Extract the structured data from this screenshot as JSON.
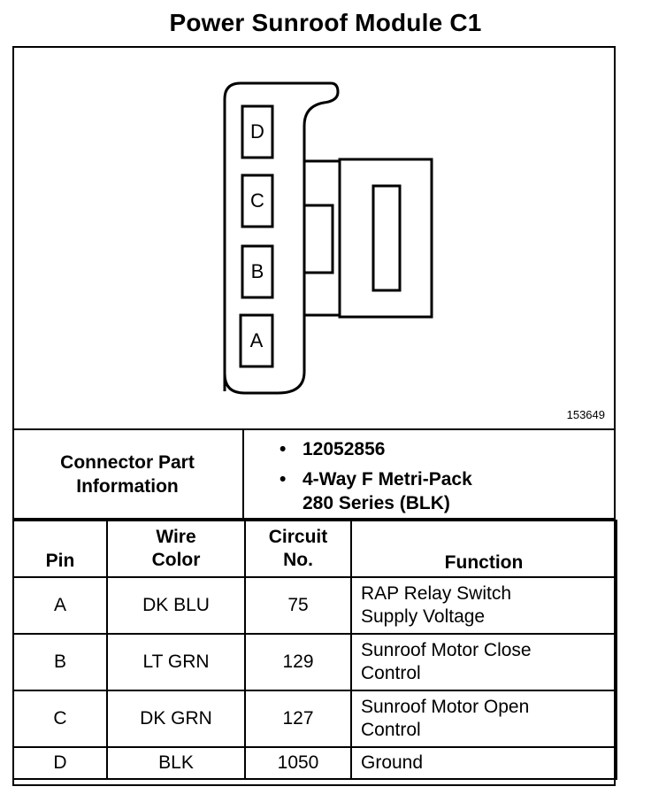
{
  "title": "Power Sunroof Module C1",
  "figure_id": "153649",
  "pins": [
    "D",
    "C",
    "B",
    "A"
  ],
  "connector_info": {
    "label_line1": "Connector Part",
    "label_line2": "Information",
    "items": [
      {
        "bullet": "•",
        "line1": "12052856",
        "line2": ""
      },
      {
        "bullet": "•",
        "line1": "4-Way F Metri-Pack",
        "line2": "280 Series (BLK)"
      }
    ]
  },
  "table": {
    "headers": {
      "pin": "Pin",
      "wire_color_1": "Wire",
      "wire_color_2": "Color",
      "circuit_1": "Circuit",
      "circuit_2": "No.",
      "function": "Function"
    },
    "rows": [
      {
        "pin": "A",
        "wire": "DK BLU",
        "circuit": "75",
        "func1": "RAP Relay Switch",
        "func2": "Supply Voltage"
      },
      {
        "pin": "B",
        "wire": "LT GRN",
        "circuit": "129",
        "func1": "Sunroof Motor Close",
        "func2": "Control"
      },
      {
        "pin": "C",
        "wire": "DK GRN",
        "circuit": "127",
        "func1": "Sunroof Motor Open",
        "func2": "Control"
      },
      {
        "pin": "D",
        "wire": "BLK",
        "circuit": "1050",
        "func1": "Ground",
        "func2": ""
      }
    ]
  }
}
